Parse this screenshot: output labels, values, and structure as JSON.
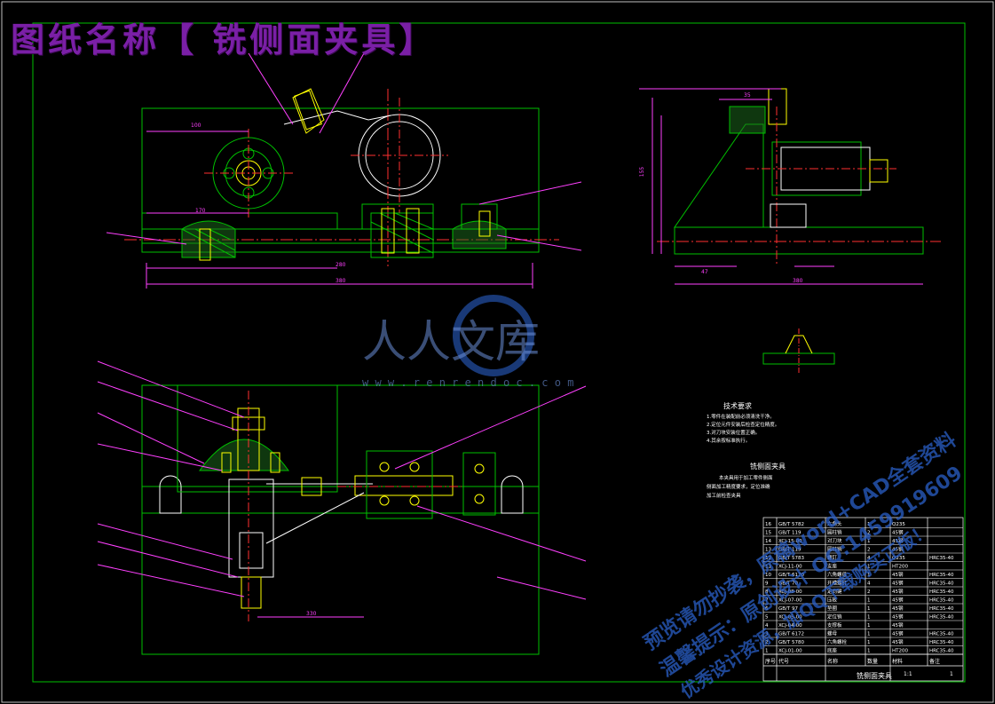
{
  "title_banner": "图纸名称【 铣侧面夹具】",
  "watermark": {
    "brand": "人人文库",
    "url": "w w w . r e n r e n d o c . c o m",
    "lines": [
      "预览请勿抄袭，原稿word+CAD全套资料",
      "温馨提示：原创设计 QQ:1459919609",
      "优秀设计资源，加QQ下载购买正版！"
    ]
  },
  "technical_requirements": {
    "title": "技术要求",
    "items": [
      "1.零件在装配前必须清洗干净。",
      "2.定位元件安装后检查定位精度。",
      "3.对刀块安装位置正确。",
      "4.其余按标准执行。"
    ]
  },
  "description": {
    "title": "铣侧面夹具",
    "text": [
      "本夹具用于加工零件侧面",
      "侧面加工精度要求，定位准确",
      "加工前检查夹具"
    ]
  },
  "title_block": {
    "name": "铣侧面夹具",
    "scale": "1:1",
    "sheet": "1"
  },
  "parts_list_rows": [
    [
      "16",
      "GB/T 5782",
      "六角头",
      "1",
      "Q235",
      ""
    ],
    [
      "15",
      "GB/T 119",
      "圆柱销",
      "2",
      "45钢",
      ""
    ],
    [
      "14",
      "XCJ-15-00",
      "对刀块",
      "1",
      "45钢",
      ""
    ],
    [
      "13",
      "GB/T 119",
      "圆柱销",
      "2",
      "45钢",
      ""
    ],
    [
      "12",
      "GB/T 5783",
      "螺钉",
      "4",
      "Q235",
      "HRC35-40"
    ],
    [
      "11",
      "XCJ-11-00",
      "支座",
      "1",
      "HT200",
      ""
    ],
    [
      "10",
      "GB/T 6170",
      "六角螺母",
      "1",
      "45钢",
      "HRC35-40"
    ],
    [
      "9",
      "GB/T 70",
      "开槽螺钉",
      "4",
      "45钢",
      "HRC35-40"
    ],
    [
      "8",
      "XCJ-08-00",
      "定向键",
      "2",
      "45钢",
      "HRC35-40"
    ],
    [
      "7",
      "XCJ-07-00",
      "压板",
      "1",
      "45钢",
      "HRC35-40"
    ],
    [
      "6",
      "GB/T 97",
      "垫圈",
      "1",
      "45钢",
      "HRC35-40"
    ],
    [
      "5",
      "XCJ-05-00",
      "定位销",
      "1",
      "45钢",
      "HRC35-40"
    ],
    [
      "4",
      "XCJ-04-00",
      "支撑板",
      "1",
      "45钢",
      ""
    ],
    [
      "3",
      "GB/T 6172",
      "螺母",
      "1",
      "45钢",
      "HRC35-40"
    ],
    [
      "2",
      "GB/T 5780",
      "六角螺栓",
      "1",
      "45钢",
      "HRC35-40"
    ],
    [
      "1",
      "XCJ-01-00",
      "底座",
      "1",
      "HT200",
      "HRC35-40"
    ]
  ],
  "parts_list_headers": [
    "序号",
    "代号",
    "名称",
    "数量",
    "材料",
    "备注"
  ],
  "dims": [
    "100",
    "170",
    "280",
    "380",
    "380",
    "330",
    "47",
    "35",
    "155"
  ]
}
